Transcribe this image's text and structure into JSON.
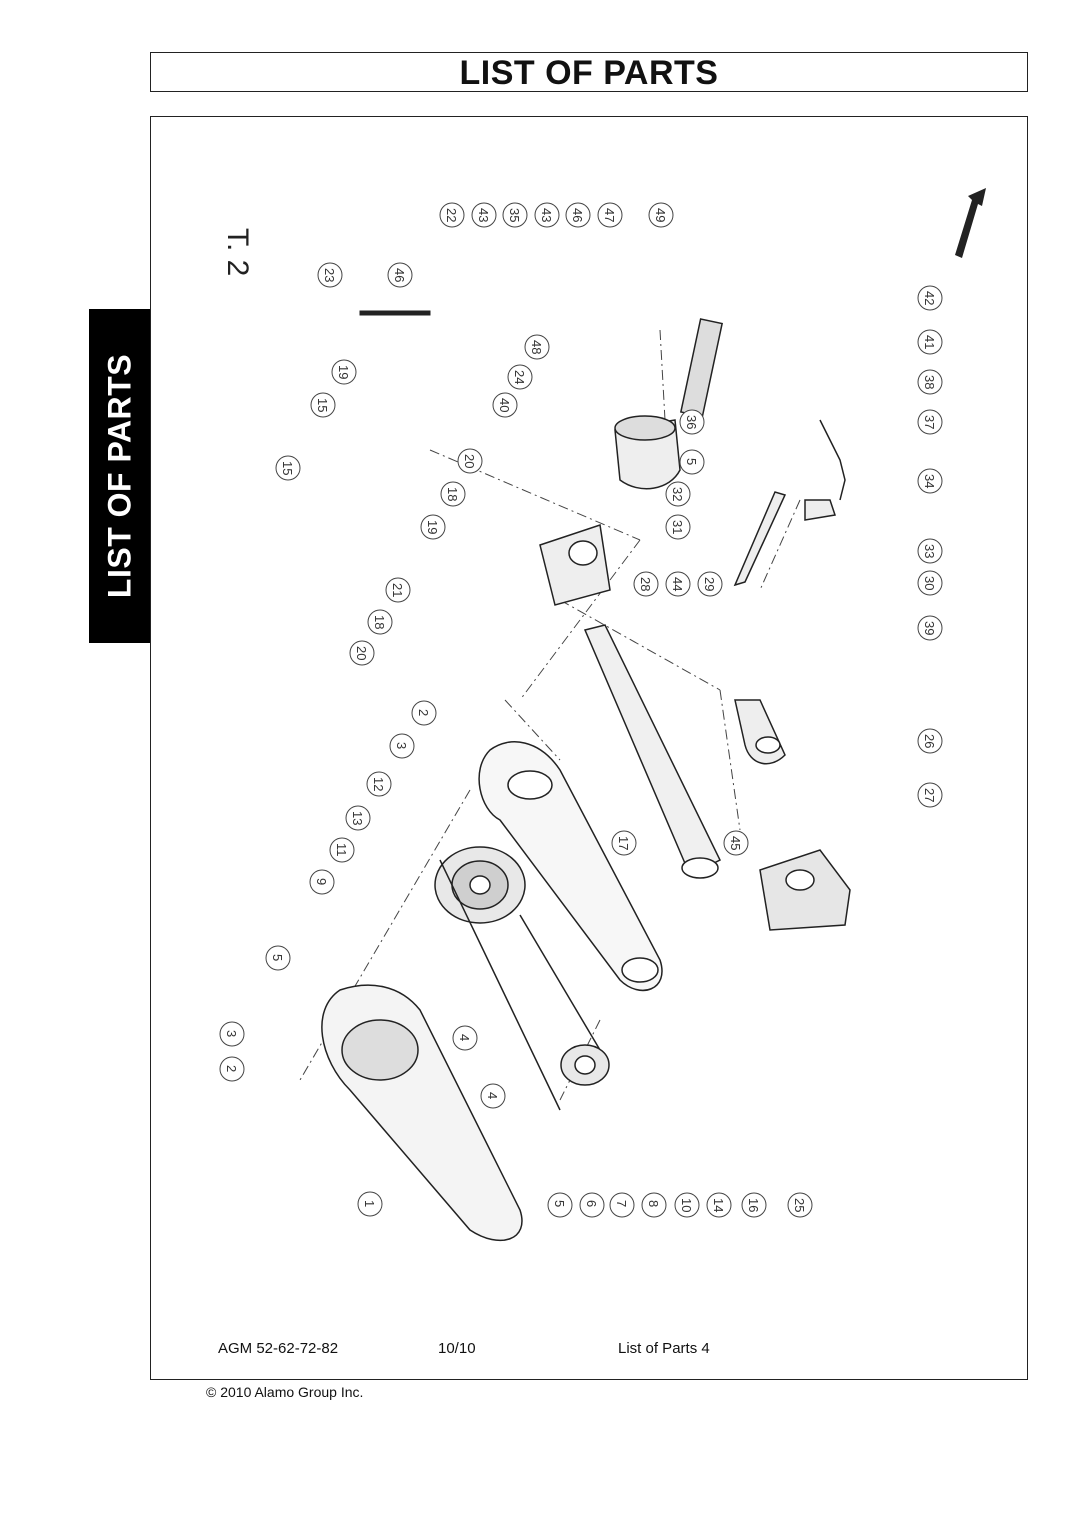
{
  "header": {
    "title": "LIST OF PARTS"
  },
  "side_tab": {
    "label": "LIST OF PARTS"
  },
  "diagram": {
    "sheet_label": "T. 2",
    "callouts_top": [
      "22",
      "43",
      "35",
      "43",
      "46",
      "47",
      "49"
    ],
    "callouts_right": [
      "42",
      "41",
      "38",
      "37",
      "34",
      "33",
      "30",
      "39",
      "26",
      "27"
    ],
    "callouts_bottom": [
      "5",
      "6",
      "7",
      "8",
      "10",
      "14",
      "16",
      "25"
    ],
    "callouts_left": [
      "23",
      "46",
      "48",
      "24",
      "19",
      "15",
      "40",
      "36",
      "15",
      "20",
      "5",
      "18",
      "32",
      "19",
      "31",
      "21",
      "28",
      "44",
      "29",
      "18",
      "20",
      "2",
      "3",
      "12",
      "17",
      "45",
      "13",
      "11",
      "9",
      "5",
      "4",
      "3",
      "2",
      "4",
      "1"
    ]
  },
  "footer": {
    "model": "AGM 52-62-72-82",
    "date": "10/10",
    "page": "List of Parts 4"
  },
  "copyright": "© 2010 Alamo Group Inc."
}
